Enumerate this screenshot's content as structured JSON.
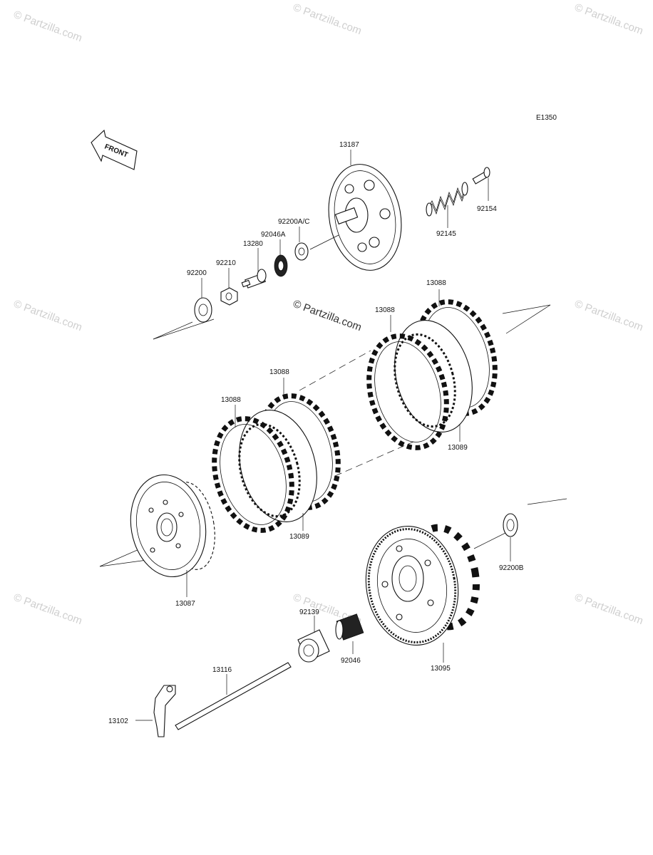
{
  "diagram": {
    "code": "E1350",
    "front_arrow_label": "FRONT",
    "watermark_text": "© Partzilla.com",
    "part_labels": {
      "p13187": "13187",
      "p92154": "92154",
      "p92145": "92145",
      "p92200ac": "92200A/C",
      "p92046a": "92046A",
      "p13280": "13280",
      "p92210": "92210",
      "p92200": "92200",
      "p13088_top": "13088",
      "p13088_mid_right": "13088",
      "p13088_mid_left": "13088",
      "p13088_left": "13088",
      "p13089_right": "13089",
      "p13089_left": "13089",
      "p13087": "13087",
      "p92200b": "92200B",
      "p13095": "13095",
      "p92139": "92139",
      "p92046": "92046",
      "p13116": "13116",
      "p13102": "13102"
    }
  }
}
